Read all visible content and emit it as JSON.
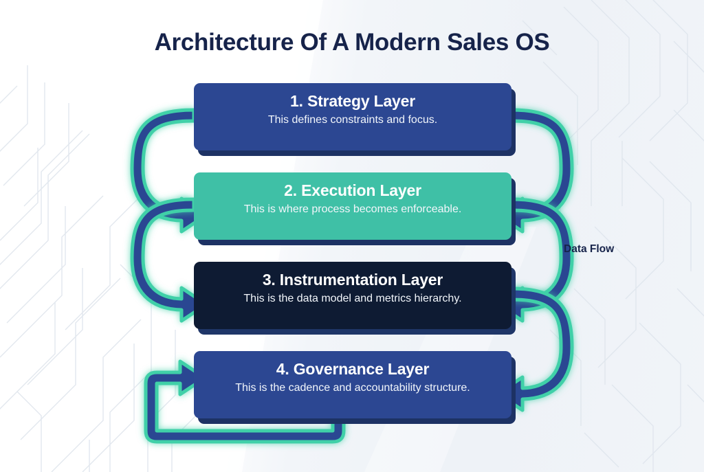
{
  "page": {
    "title": "Architecture Of A Modern Sales OS",
    "background_color": "#ffffff",
    "accent_navy": "#2c4792",
    "accent_teal": "#3fc0a6",
    "accent_dark": "#0e1b33",
    "text_dark": "#16234a"
  },
  "diagram": {
    "type": "layered-stack-flow",
    "flow_label": "Data Flow",
    "layers": [
      {
        "index": "1",
        "title": "1. Strategy Layer",
        "description": "This defines constraints and focus.",
        "color": "#2c4792",
        "shadow": "#1d3264"
      },
      {
        "index": "2",
        "title": "2. Execution Layer",
        "description": "This is where process becomes enforceable.",
        "color": "#3fc0a6",
        "shadow": "#1d3264"
      },
      {
        "index": "3",
        "title": "3. Instrumentation Layer",
        "description": "This is the data model and metrics hierarchy.",
        "color": "#0e1b33",
        "shadow": "#1f3668"
      },
      {
        "index": "4",
        "title": "4. Governance Layer",
        "description": "This is the cadence and accountability structure.",
        "color": "#2c4792",
        "shadow": "#1d3264"
      }
    ],
    "connectors": [
      {
        "name": "arrow-left-1-to-2",
        "from": "1. Strategy Layer",
        "to": "2. Execution Layer",
        "side": "left"
      },
      {
        "name": "arrow-right-1-to-2",
        "from": "1. Strategy Layer",
        "to": "2. Execution Layer",
        "side": "right"
      },
      {
        "name": "arrow-left-2-to-3",
        "from": "2. Execution Layer",
        "to": "3. Instrumentation Layer",
        "side": "left"
      },
      {
        "name": "arrow-right-2-to-3",
        "from": "2. Execution Layer",
        "to": "3. Instrumentation Layer",
        "side": "right"
      },
      {
        "name": "arrow-right-3-to-4",
        "from": "3. Instrumentation Layer",
        "to": "4. Governance Layer",
        "side": "right"
      },
      {
        "name": "arrow-feedback-loop",
        "from": "4. Governance Layer",
        "to": "4. Governance Layer",
        "side": "bottom"
      }
    ],
    "arrow_fill": "#2c4792",
    "arrow_glow": "#3fd0a8"
  }
}
